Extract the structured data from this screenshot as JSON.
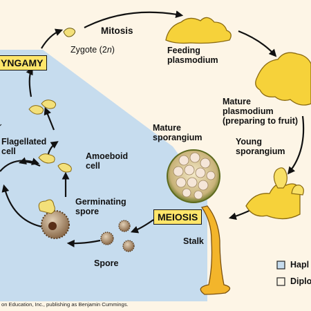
{
  "labels": {
    "mitosis": "Mitosis",
    "zygote": "Zygote (2",
    "zygote_n": "n",
    "zygote_close": ")",
    "feeding": "Feeding",
    "plasmodium": "plasmodium",
    "mature_plasmodium_1": "Mature",
    "mature_plasmodium_2": "plasmodium",
    "mature_plasmodium_3": "(preparing to fruit)",
    "young_spor_1": "Young",
    "young_spor_2": "sporangium",
    "mature_spor_1": "Mature",
    "mature_spor_2": "sporangium",
    "flagellated_1": "Flagellated",
    "flagellated_2": "cell",
    "amoeboid_1": "Amoeboid",
    "amoeboid_2": "cell",
    "germinating_1": "Germinating",
    "germinating_2": "spore",
    "spore": "Spore",
    "stalk": "Stalk",
    "syngamy": "YNGAMY",
    "meiosis": "MEIOSIS"
  },
  "legend": [
    {
      "label": "Hapl",
      "color": "#c6dcee"
    },
    {
      "label": "Diplo",
      "color": "#fdf5e6"
    }
  ],
  "credit": "on Education, Inc., publishing as Benjamin Cummings."
}
